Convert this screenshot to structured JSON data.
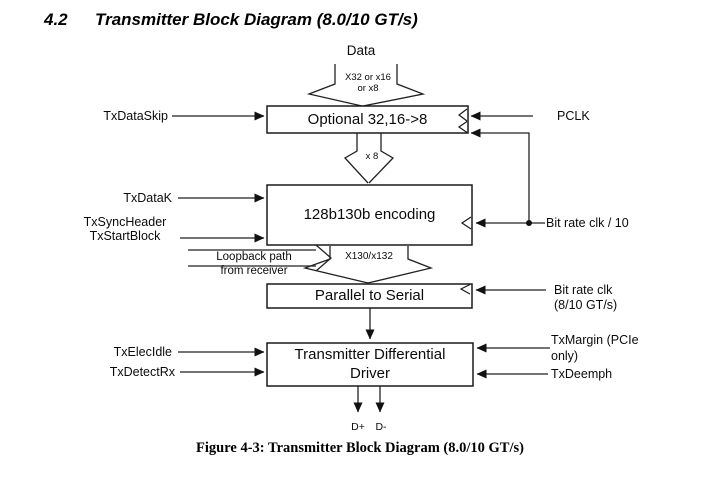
{
  "heading": {
    "number": "4.2",
    "title": "Transmitter Block Diagram (8.0/10 GT/s)"
  },
  "top_input": {
    "label": "Data",
    "width1": "X32 or x16",
    "width2": "or x8"
  },
  "blocks": {
    "mux": "Optional 32,16->8",
    "encoder": "128b130b encoding",
    "p2s": "Parallel to Serial",
    "driver1": "Transmitter Differential",
    "driver2": "Driver"
  },
  "funnel_labels": {
    "x8": "x 8",
    "x130": "X130/x132"
  },
  "signals": {
    "txdataskip": "TxDataSkip",
    "pclk": "PCLK",
    "txdatak": "TxDataK",
    "txsyncheader": "TxSyncHeader",
    "txstartblock": "TxStartBlock",
    "bitrateclk10": "Bit rate clk / 10",
    "loopback1": "Loopback path",
    "loopback2": "from receiver",
    "bitrateclk1": "Bit rate clk",
    "bitrateclk2": "(8/10 GT/s)",
    "txelecidle": "TxElecIdle",
    "txdetectrx": "TxDetectRx",
    "txmargin1": "TxMargin (PCIe",
    "txmargin2": "only)",
    "txdeemph": "TxDeemph",
    "dplus": "D+",
    "dminus": "D-"
  },
  "caption": "Figure 4-3: Transmitter Block Diagram (8.0/10 GT/s)",
  "colors": {
    "background": "#ffffff",
    "line": "#222222",
    "text": "#111111"
  }
}
